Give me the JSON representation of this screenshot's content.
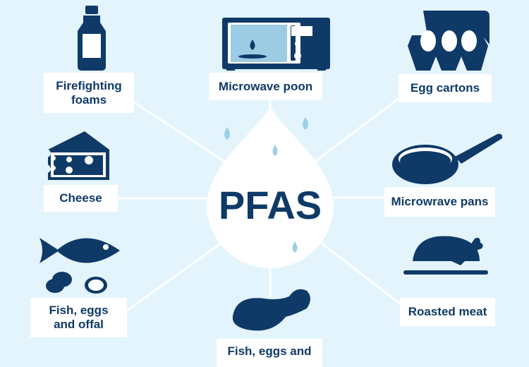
{
  "center": {
    "label": "PFAS"
  },
  "colors": {
    "background": "#e3f4fc",
    "navy": "#0f3a68",
    "droplet": "#9ccfe8"
  },
  "items": [
    {
      "label": "Firefighting foams",
      "icon": "bottle-icon"
    },
    {
      "label": "Microwave poon",
      "icon": "microwave-icon"
    },
    {
      "label": "Egg cartons",
      "icon": "egg-carton-icon"
    },
    {
      "label": "Cheese",
      "icon": "cheese-icon"
    },
    {
      "label": "Microwrave pans",
      "icon": "frying-pan-icon"
    },
    {
      "label": "Fish, eggs and offal",
      "icon": "fish-eggs-icon"
    },
    {
      "label": "Roasted meat",
      "icon": "roast-chicken-icon"
    },
    {
      "label": "Fish, eggs and",
      "icon": "drumstick-icon"
    }
  ]
}
